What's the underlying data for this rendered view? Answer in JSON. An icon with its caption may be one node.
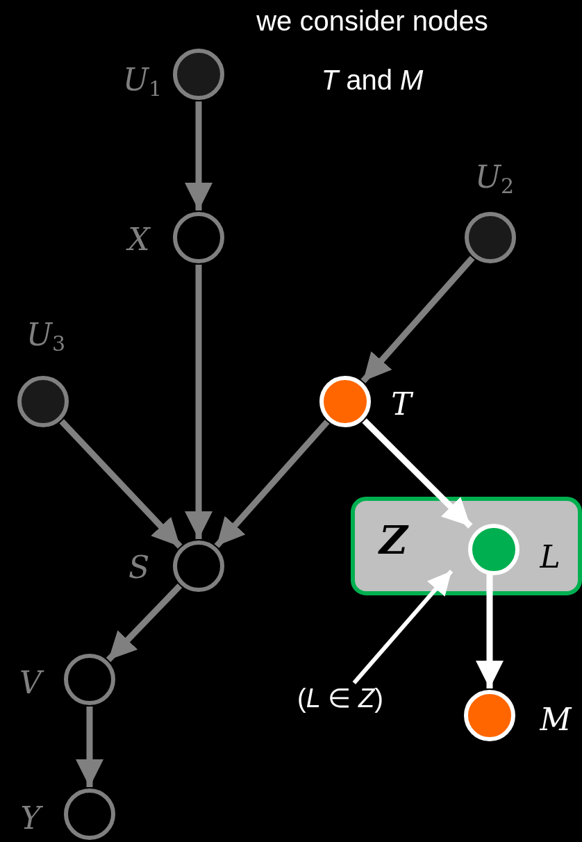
{
  "diagram": {
    "nodes": [
      {
        "text": [
          "Z"
        ]
      },
      {
        "text": [],
        "shape": "circle",
        "beside": [
          "U$_{1}$"
        ]
      },
      {
        "text": [],
        "shape": "circle",
        "beside": [
          "X"
        ]
      },
      {
        "text": [],
        "shape": "circle",
        "beside": [
          "U$_{2}$"
        ]
      },
      {
        "text": [],
        "shape": "circle",
        "beside": [
          "U$_{3}$"
        ]
      },
      {
        "text": [],
        "shape": "circle",
        "beside": [
          "T"
        ]
      },
      {
        "text": [],
        "shape": "circle",
        "beside": [
          "S"
        ]
      },
      {
        "text": [],
        "shape": "circle",
        "beside": [
          "L"
        ],
        "in": 0
      },
      {
        "text": [],
        "shape": "circle",
        "beside": [
          "V"
        ]
      },
      {
        "text": [],
        "shape": "circle",
        "beside": [
          "Y"
        ]
      },
      {
        "text": [],
        "shape": "circle",
        "beside": [
          "M"
        ]
      },
      {
        "text": [
          "(*L* ∈ *Z*)"
        ]
      }
    ],
    "edges": [
      {
        "from": 1,
        "to": 2,
        "arrow": "to"
      },
      {
        "from": 2,
        "to": 6,
        "arrow": "to"
      },
      {
        "from": 3,
        "to": 5,
        "arrow": "to"
      },
      {
        "from": 4,
        "to": 6,
        "arrow": "to"
      },
      {
        "from": 5,
        "to": 6,
        "arrow": "to"
      },
      {
        "from": 5,
        "to": 7,
        "arrow": "to",
        "color": "#ffffff"
      },
      {
        "from": 6,
        "to": 8,
        "arrow": "to"
      },
      {
        "from": 8,
        "to": 9,
        "arrow": "to"
      },
      {
        "from": 7,
        "to": 10,
        "arrow": "to",
        "color": "#ffffff"
      },
      {
        "from": 11,
        "to": 0,
        "arrow": "to",
        "color": "#ffffff"
      }
    ],
    "labels": [
      "we consider nodes *T* and *M*"
    ]
  }
}
